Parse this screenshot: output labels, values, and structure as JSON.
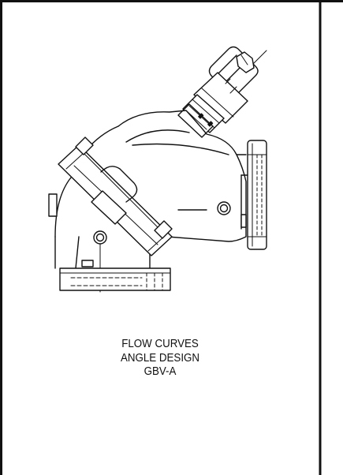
{
  "caption": {
    "line1": "FLOW CURVES",
    "line2": "ANGLE DESIGN",
    "line3": "GBV-A"
  },
  "drawing": {
    "subject": "angle-pattern globe valve, side elevation line drawing",
    "colors": {
      "line": "#111111",
      "background": "#ffffff"
    }
  }
}
